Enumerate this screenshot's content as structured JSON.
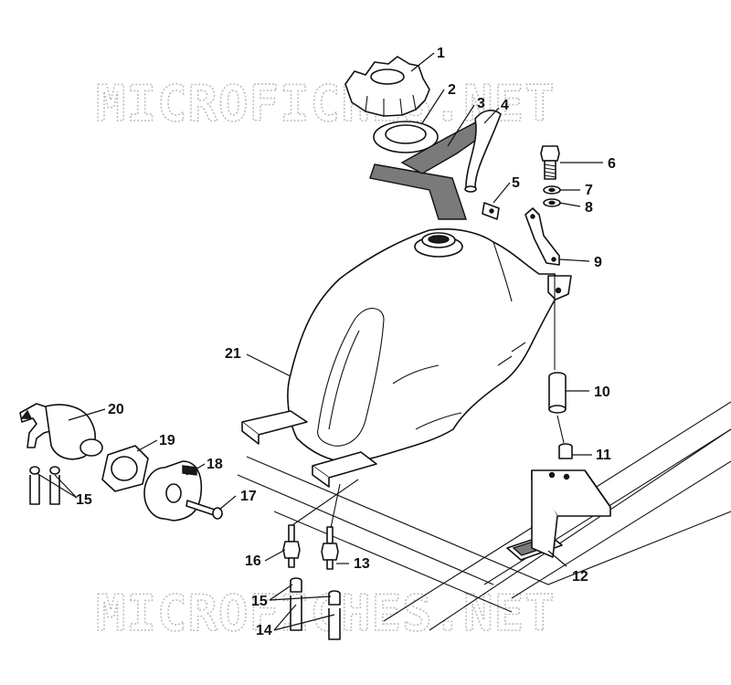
{
  "watermark": {
    "top_text": "MICROFICHES.NET",
    "bottom_text": "MICROFICHES.NET"
  },
  "callouts": [
    {
      "id": "c1",
      "number": "1"
    },
    {
      "id": "c2",
      "number": "2"
    },
    {
      "id": "c3",
      "number": "3"
    },
    {
      "id": "c4",
      "number": "4"
    },
    {
      "id": "c5",
      "number": "5"
    },
    {
      "id": "c6",
      "number": "6"
    },
    {
      "id": "c7",
      "number": "7"
    },
    {
      "id": "c8",
      "number": "8"
    },
    {
      "id": "c9",
      "number": "9"
    },
    {
      "id": "c10",
      "number": "10"
    },
    {
      "id": "c11",
      "number": "11"
    },
    {
      "id": "c12",
      "number": "12"
    },
    {
      "id": "c13",
      "number": "13"
    },
    {
      "id": "c14",
      "number": "14"
    },
    {
      "id": "c15a",
      "number": "15"
    },
    {
      "id": "c15b",
      "number": "15"
    },
    {
      "id": "c16",
      "number": "16"
    },
    {
      "id": "c17",
      "number": "17"
    },
    {
      "id": "c18",
      "number": "18"
    },
    {
      "id": "c19",
      "number": "19"
    },
    {
      "id": "c20",
      "number": "20"
    },
    {
      "id": "c21",
      "number": "21"
    }
  ]
}
